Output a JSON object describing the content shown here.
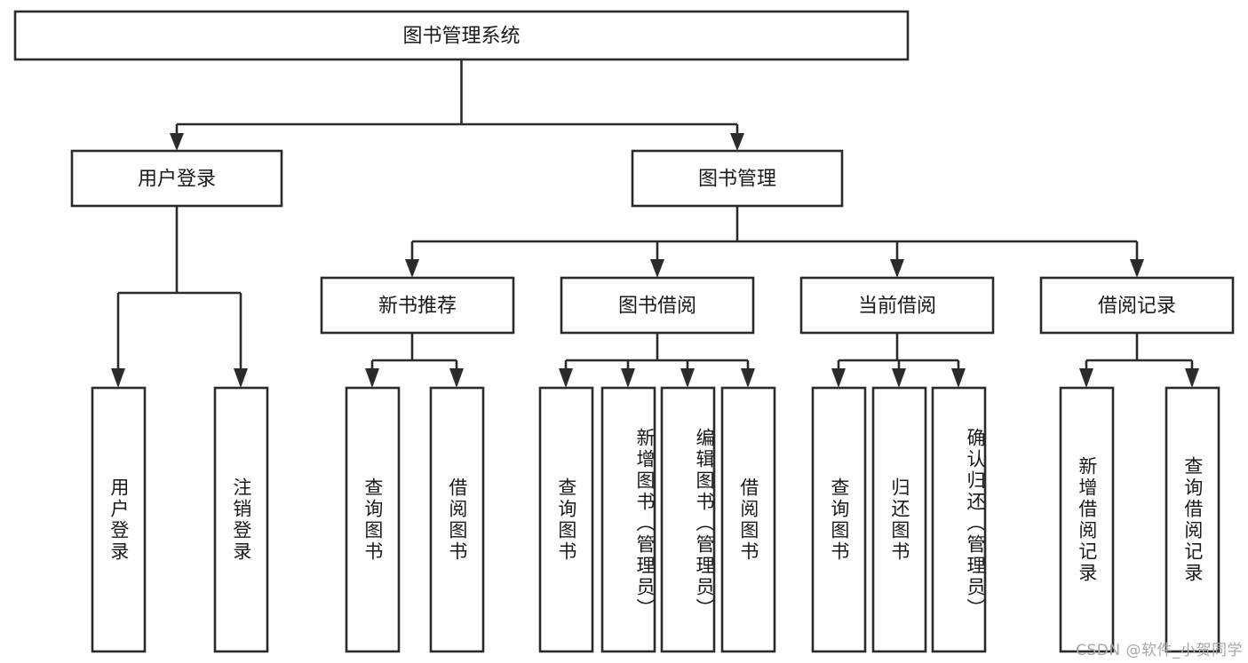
{
  "diagram": {
    "title": "图书管理系统",
    "type": "tree-hierarchy-chart",
    "root": {
      "id": "root",
      "label": "图书管理系统",
      "orientation": "horizontal"
    },
    "level2": [
      {
        "id": "user-login",
        "label": "用户登录",
        "orientation": "horizontal"
      },
      {
        "id": "book-management",
        "label": "图书管理",
        "orientation": "horizontal"
      }
    ],
    "level3": [
      {
        "id": "new-book-recommend",
        "label": "新书推荐",
        "orientation": "horizontal",
        "parent": "book-management"
      },
      {
        "id": "book-borrow",
        "label": "图书借阅",
        "orientation": "horizontal",
        "parent": "book-management"
      },
      {
        "id": "current-borrow",
        "label": "当前借阅",
        "orientation": "horizontal",
        "parent": "book-management"
      },
      {
        "id": "borrow-record",
        "label": "借阅记录",
        "orientation": "horizontal",
        "parent": "book-management"
      }
    ],
    "leaves": [
      {
        "id": "leaf-user-login",
        "label": "用户登录",
        "orientation": "vertical",
        "parent": "user-login"
      },
      {
        "id": "leaf-logout-login",
        "label": "注销登录",
        "orientation": "vertical",
        "parent": "user-login"
      },
      {
        "id": "leaf-query-book-1",
        "label": "查询图书",
        "orientation": "vertical",
        "parent": "new-book-recommend"
      },
      {
        "id": "leaf-borrow-book-1",
        "label": "借阅图书",
        "orientation": "vertical",
        "parent": "new-book-recommend"
      },
      {
        "id": "leaf-query-book-2",
        "label": "查询图书",
        "orientation": "vertical",
        "parent": "book-borrow"
      },
      {
        "id": "leaf-add-book",
        "label": "新增图书（管理员）",
        "orientation": "vertical",
        "parent": "book-borrow"
      },
      {
        "id": "leaf-edit-book",
        "label": "编辑图书（管理员）",
        "orientation": "vertical",
        "parent": "book-borrow"
      },
      {
        "id": "leaf-borrow-book-2",
        "label": "借阅图书",
        "orientation": "vertical",
        "parent": "book-borrow"
      },
      {
        "id": "leaf-query-book-3",
        "label": "查询图书",
        "orientation": "vertical",
        "parent": "current-borrow"
      },
      {
        "id": "leaf-return-book",
        "label": "归还图书",
        "orientation": "vertical",
        "parent": "current-borrow"
      },
      {
        "id": "leaf-confirm-return",
        "label": "确认归还（管理员）",
        "orientation": "vertical",
        "parent": "current-borrow"
      },
      {
        "id": "leaf-add-borrow-record",
        "label": "新增借阅记录",
        "orientation": "vertical",
        "parent": "borrow-record"
      },
      {
        "id": "leaf-query-borrow-record",
        "label": "查询借阅记录",
        "orientation": "vertical",
        "parent": "borrow-record"
      }
    ],
    "watermark": "CSDN @软件_小贺同学",
    "colors": {
      "box_stroke": "#2b2b2b",
      "box_fill": "#ffffff",
      "text": "#1a1a1a",
      "background": "#ffffff",
      "watermark": "#a8a8a8"
    }
  }
}
